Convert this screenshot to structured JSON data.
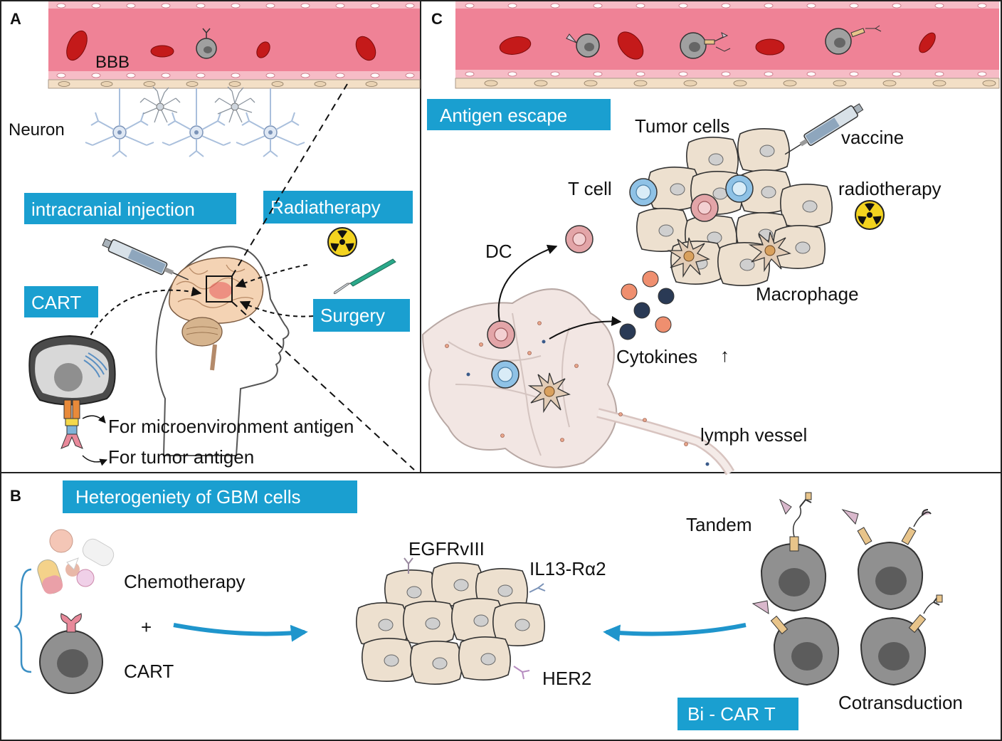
{
  "panels": {
    "a": {
      "letter": "A",
      "bbb": "BBB",
      "neuron": "Neuron",
      "intracranial_injection": "intracranial injection",
      "radiatherapy": "Radiatherapy",
      "cart": "CART",
      "surgery": "Surgery",
      "microenvironment_antigen": "For microenvironment antigen",
      "tumor_antigen": "For tumor antigen"
    },
    "b": {
      "letter": "B",
      "heterogeneity": "Heterogeniety of GBM cells",
      "chemotherapy": "Chemotherapy",
      "plus": "+",
      "cart": "CART",
      "egfrviii": "EGFRvIII",
      "il13": "IL13-Rα2",
      "her2": "HER2",
      "tandem": "Tandem",
      "cotransduction": "Cotransduction",
      "bi_car_t": "Bi - CAR T"
    },
    "c": {
      "letter": "C",
      "antigen_escape": "Antigen escape",
      "tumor_cells": "Tumor cells",
      "vaccine": "vaccine",
      "t_cell": "T cell",
      "radiotherapy": "radiotherapy",
      "dc": "DC",
      "macrophage": "Macrophage",
      "cytokines": "Cytokines",
      "up_arrow": "↑",
      "lymph_vessel": "lymph vessel"
    }
  },
  "colors": {
    "label_box": "#1a9fd0",
    "vessel": "#ef8296",
    "rbc": "#c41a1a",
    "tumor_cell": "#ede0cf",
    "t_cell": "#8fc2e6",
    "dc": "#e3a5a8",
    "cytokine_orange": "#ef8f6f",
    "cytokine_dark": "#2a3a55",
    "neuron": "#a9bfdc",
    "arrow_blue": "#1f95cc"
  },
  "icons": [
    "radiation-icon",
    "syringe-icon",
    "scalpel-icon",
    "head-icon",
    "brain-icon",
    "pills-icon"
  ]
}
